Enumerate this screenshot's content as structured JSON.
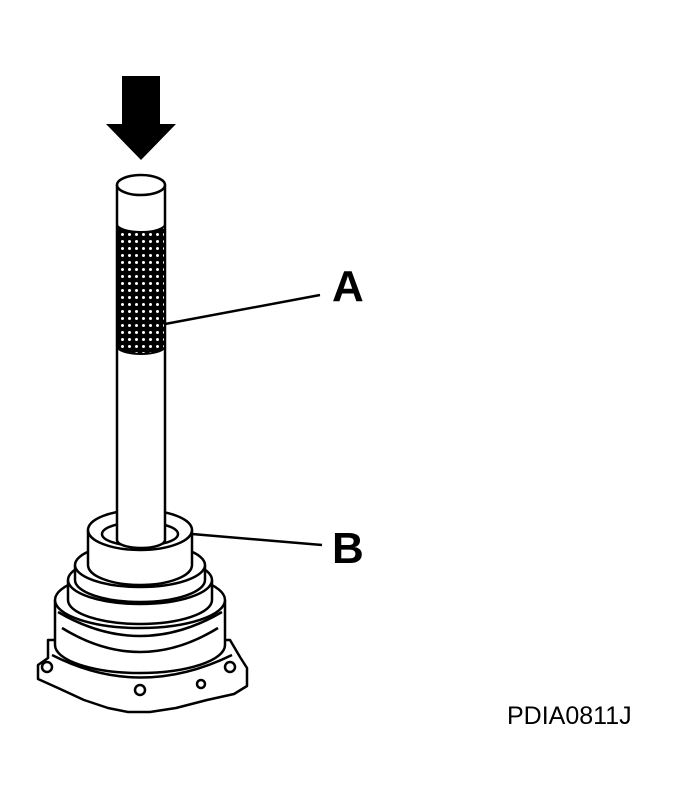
{
  "labels": {
    "a": "A",
    "b": "B"
  },
  "figure_code": "PDIA0811J",
  "colors": {
    "ink": "#000000",
    "paper": "#ffffff"
  },
  "icons": {
    "press_direction": "arrow-down-icon"
  }
}
